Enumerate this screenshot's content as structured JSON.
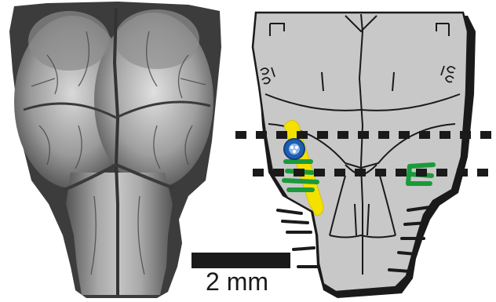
{
  "figure": {
    "scale_bar": {
      "label": "2 mm"
    },
    "colors": {
      "background": "#ffffff",
      "brain_fill": "#c8c8c8",
      "outline": "#1a1a1a",
      "marker_yellow": "#f5e100",
      "marker_green": "#1a9a3a",
      "marker_blue": "#1f5fb0",
      "section_line": "#1a1a1a"
    },
    "photo": {
      "description_icon": "brain-photo"
    },
    "schematic": {
      "description_icon": "brain-schematic"
    }
  }
}
